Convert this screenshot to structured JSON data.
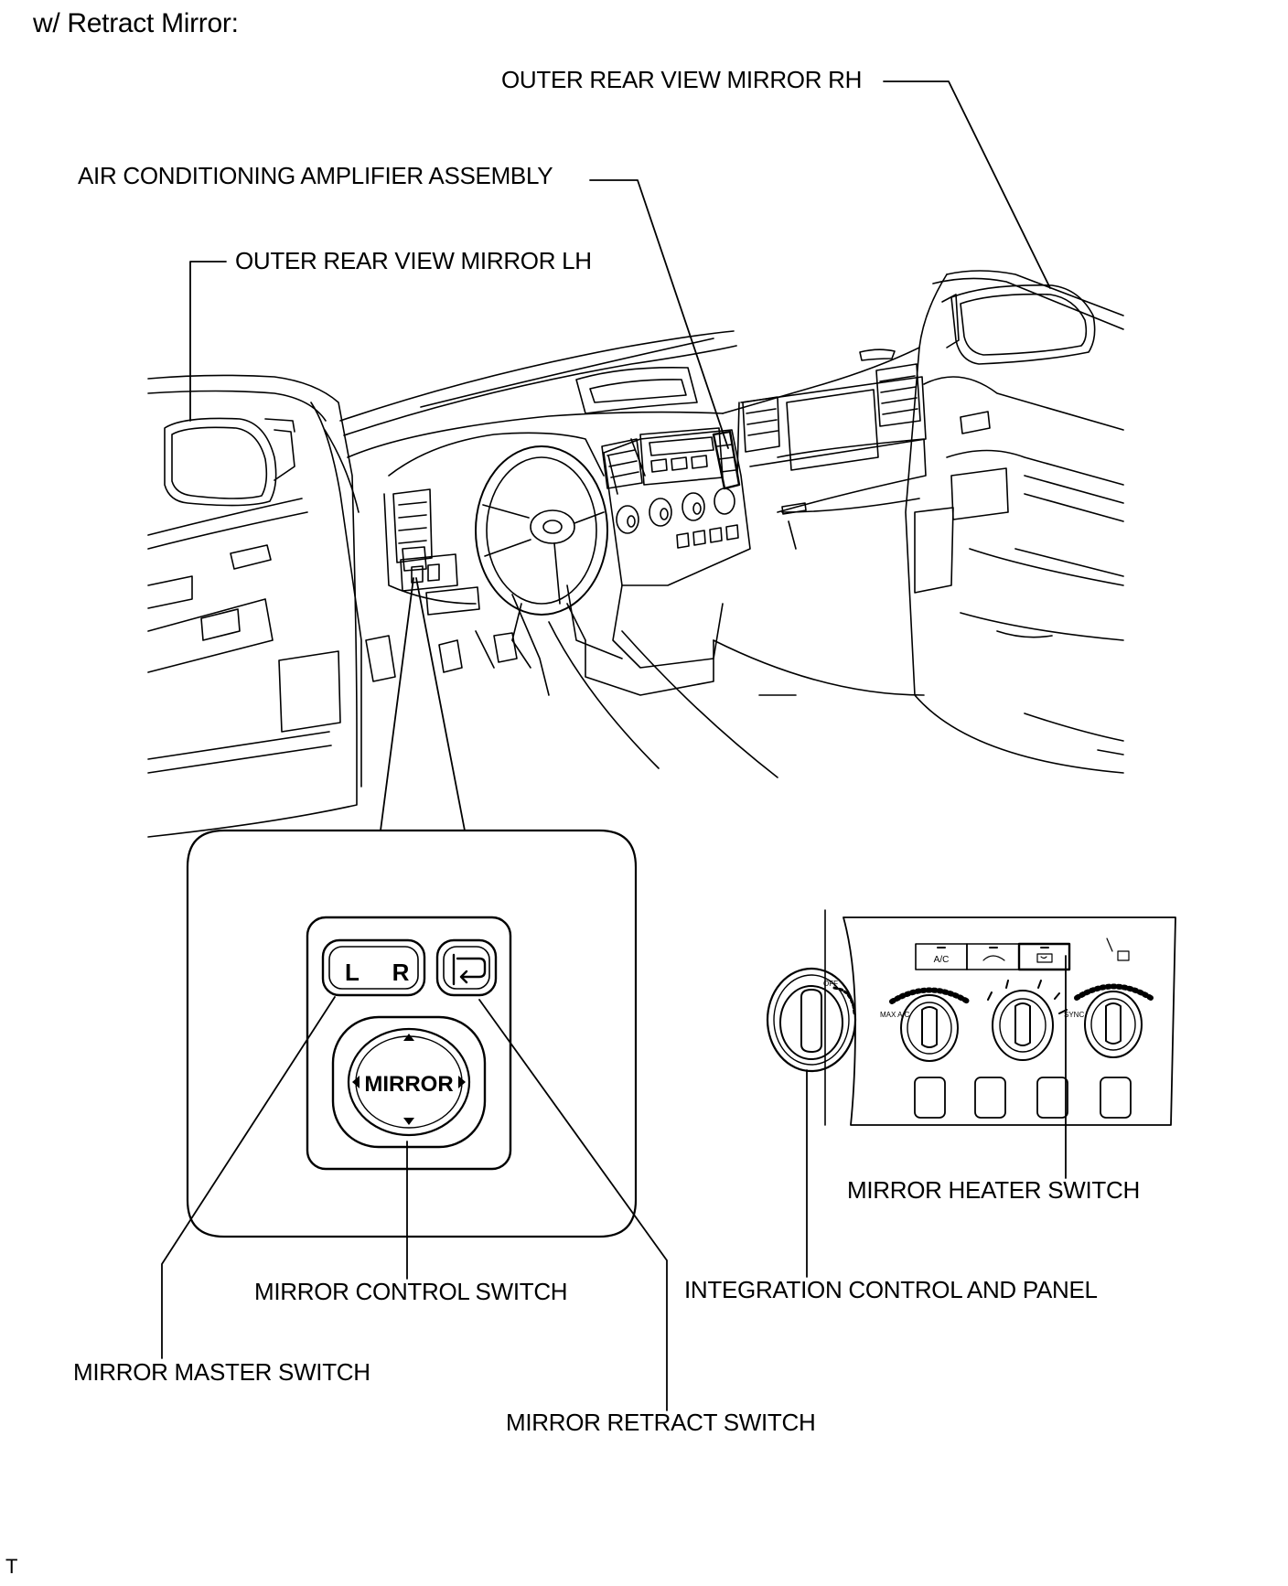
{
  "heading": "w/ Retract Mirror:",
  "callouts": {
    "outer_mirror_rh": "OUTER REAR VIEW MIRROR RH",
    "ac_amplifier": "AIR CONDITIONING AMPLIFIER ASSEMBLY",
    "outer_mirror_lh": "OUTER REAR VIEW MIRROR LH",
    "mirror_heater_switch": "MIRROR HEATER SWITCH",
    "integration_control_panel": "INTEGRATION CONTROL AND PANEL",
    "mirror_control_switch": "MIRROR CONTROL SWITCH",
    "mirror_master_switch": "MIRROR MASTER SWITCH",
    "mirror_retract_switch": "MIRROR RETRACT SWITCH"
  },
  "switch_panel": {
    "left_key": "L",
    "right_key": "R",
    "mirror_label": "MIRROR"
  },
  "hvac_panel": {
    "ac_button": "A/C",
    "max_ac": "MAX A/C",
    "sync": "SYNC",
    "off": "OFF"
  },
  "footer": "T"
}
